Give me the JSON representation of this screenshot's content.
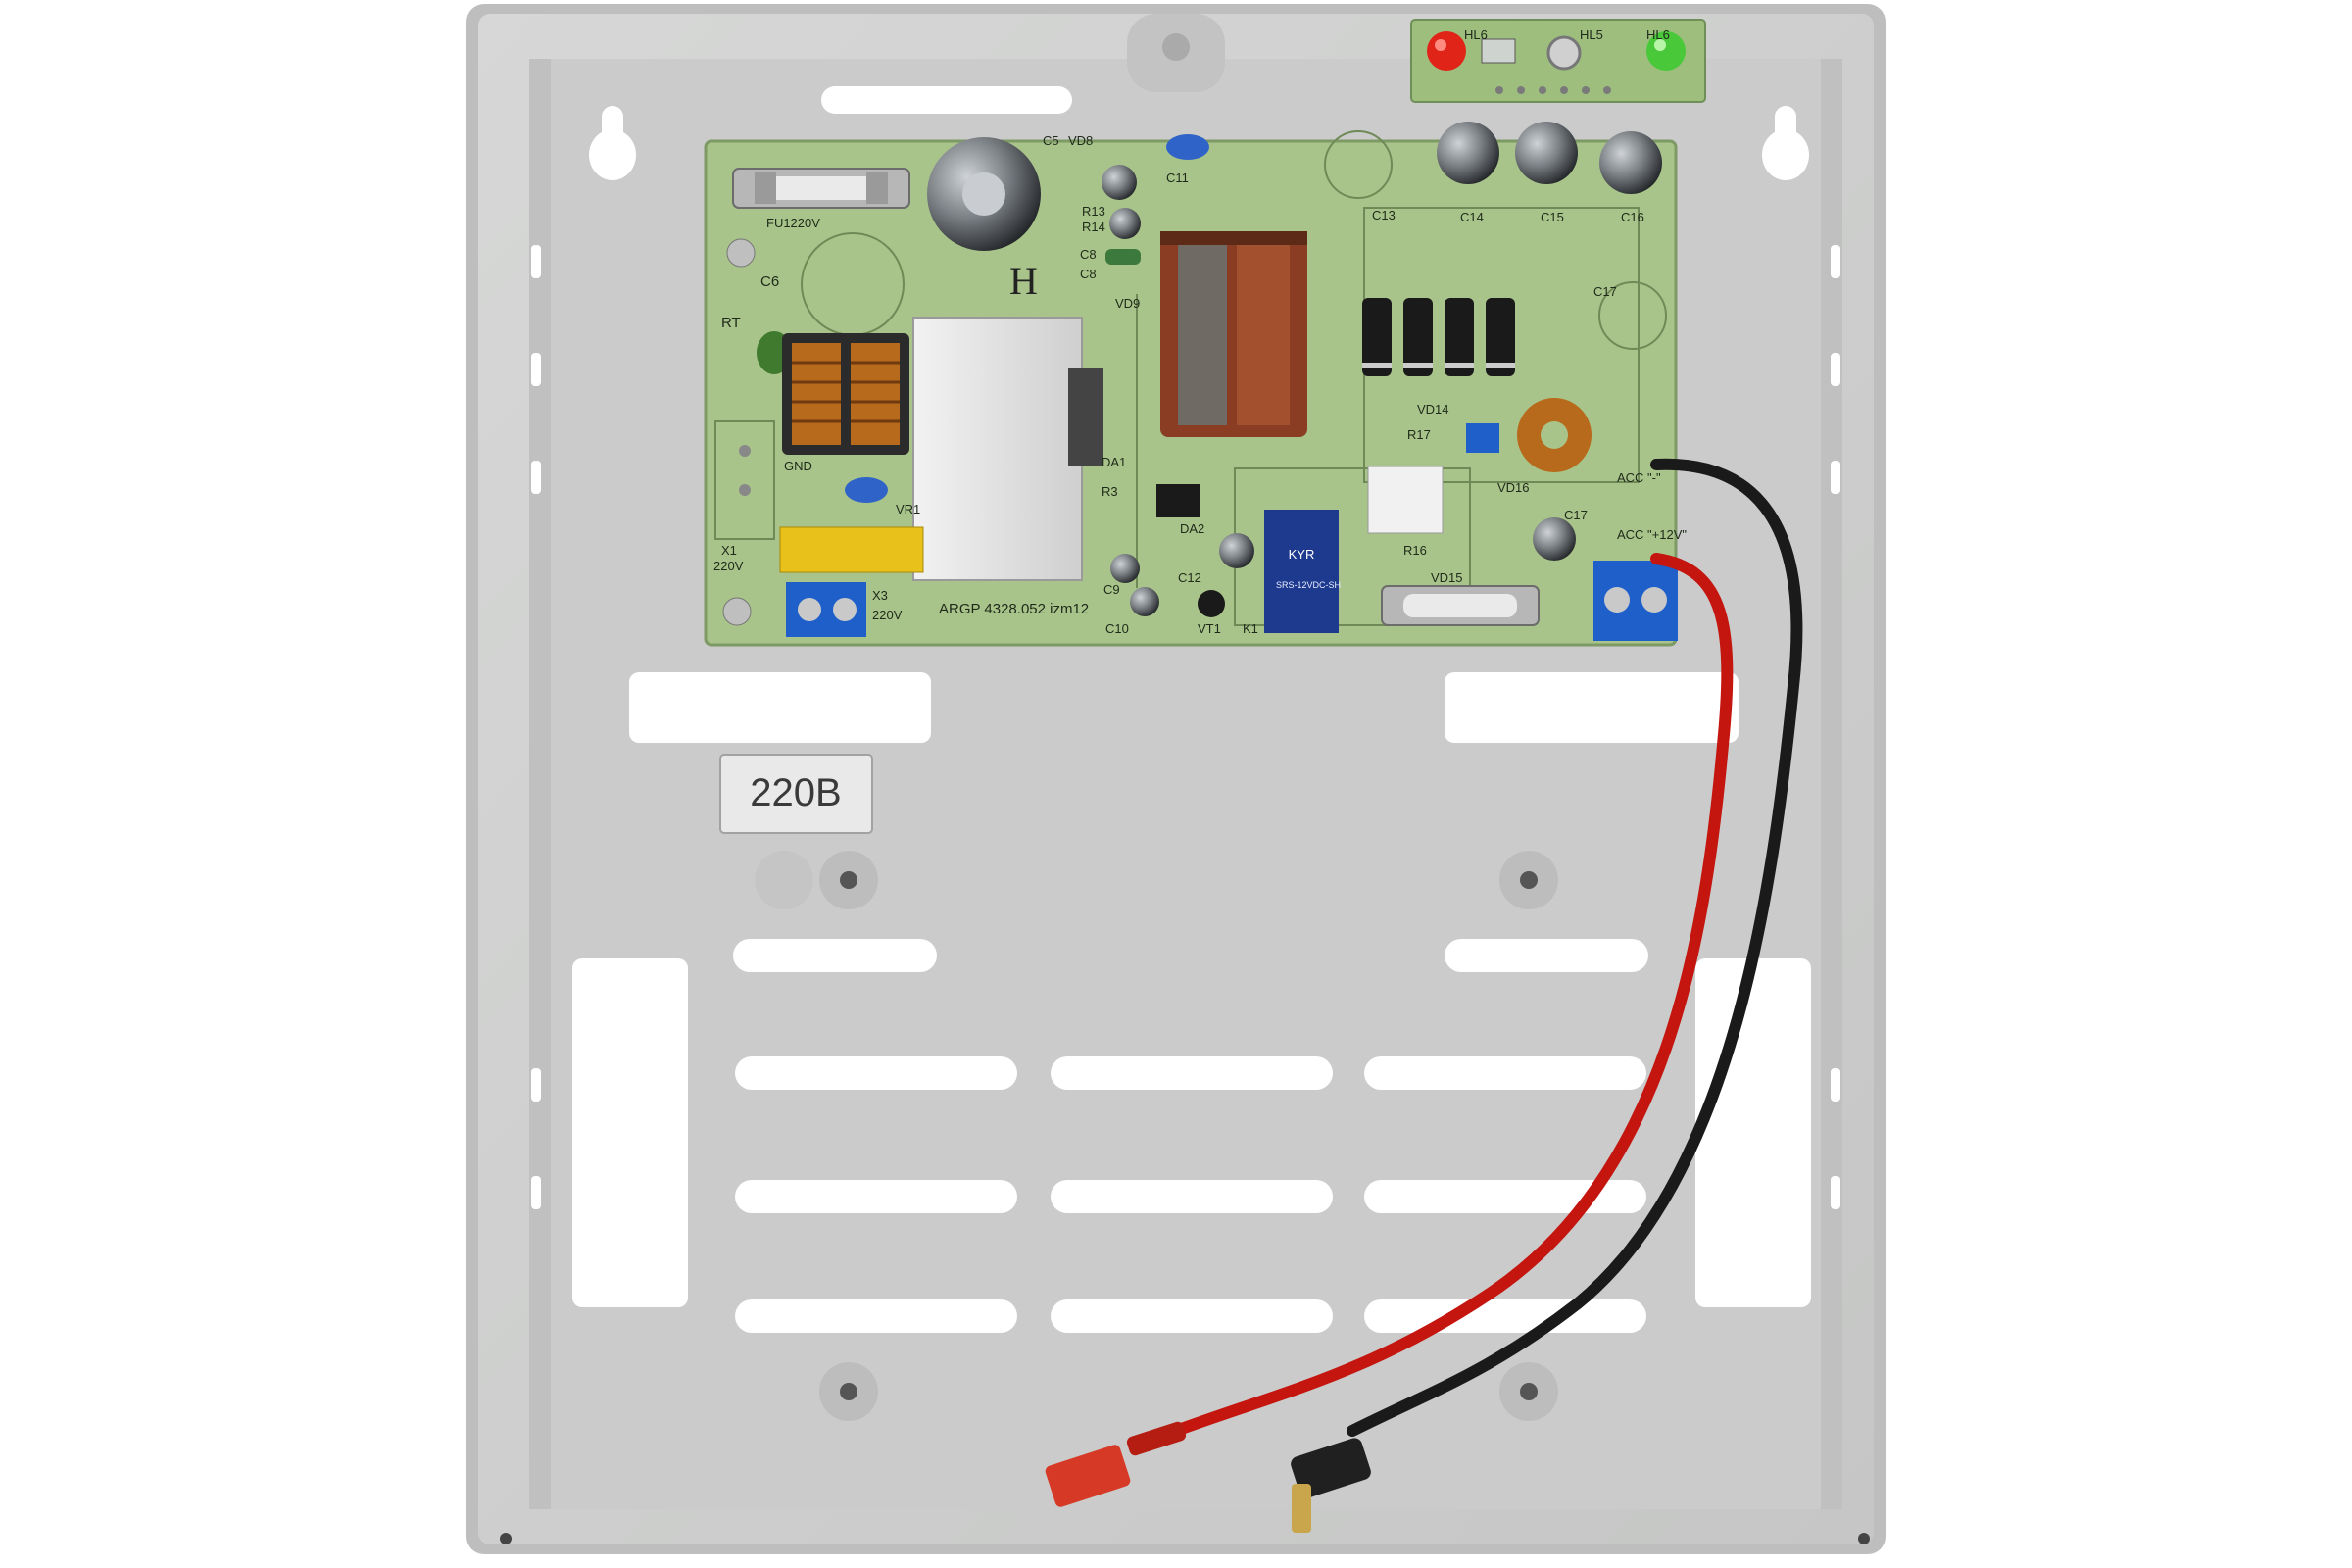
{
  "photo": {
    "enclosure_label": "220B",
    "board": {
      "fuse_label": "FU1220V",
      "handwritten_mark": "H",
      "c5_label": "C5",
      "vd8_label": "VD8",
      "c11_label": "C11",
      "c6_label": "C6",
      "rt_label": "RT",
      "c8_label": "C8",
      "c8b_label": "C8",
      "r13_label": "R13",
      "r14_label": "R14",
      "vd9_label": "VD9",
      "c13_label": "C13",
      "c14_label": "C14",
      "c15_label": "C15",
      "c16_label": "C16",
      "c17_label": "C17",
      "vd14_label": "VD14",
      "r17_label": "R17",
      "vd16_label": "VD16",
      "da1_label": "DA1",
      "r3_label": "R3",
      "gnd_label": "GND",
      "vr1_label": "VR1",
      "da2_label": "DA2",
      "r16_label": "R16",
      "c17b_label": "C17",
      "x1_label": "X1",
      "x1_voltage": "220V",
      "x3_label": "X3",
      "x3_voltage": "220V",
      "part_number": "ARGP 4328.052 izm12",
      "c9_label": "C9",
      "c10_label": "C10",
      "c12_label": "C12",
      "vt1_label": "VT1",
      "k1_label": "K1",
      "vd15_label": "VD15",
      "acc_minus_label": "ACC \"-\"",
      "acc_plus_label": "ACC \"+12V\"",
      "relay_model": "SRS-12VDC-SH",
      "relay_brand": "KYR",
      "led_board": {
        "left_led": "HL6",
        "mid_led": "HL5",
        "right_led": "HL6"
      }
    },
    "colors": {
      "enclosure": "#cfd0cf",
      "pcb": "#a9c48a",
      "wire_red": "#c4150f",
      "wire_black": "#1a1a1a",
      "terminal_blue": "#1e5fc9",
      "heatsink": "#e6e6e6"
    }
  }
}
